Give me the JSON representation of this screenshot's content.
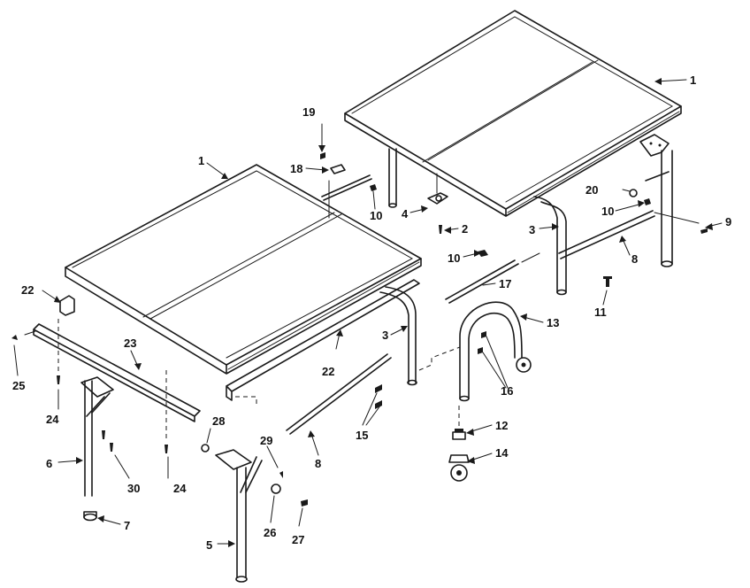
{
  "diagram": {
    "callouts": {
      "c1a": "1",
      "c1b": "1",
      "c2": "2",
      "c3a": "3",
      "c3b": "3",
      "c4": "4",
      "c5": "5",
      "c6": "6",
      "c7": "7",
      "c8a": "8",
      "c8b": "8",
      "c9": "9",
      "c10a": "10",
      "c10b": "10",
      "c10c": "10",
      "c11": "11",
      "c12": "12",
      "c13": "13",
      "c14": "14",
      "c15": "15",
      "c16": "16",
      "c17": "17",
      "c18": "18",
      "c19": "19",
      "c20": "20",
      "c22a": "22",
      "c22b": "22",
      "c23": "23",
      "c24a": "24",
      "c24b": "24",
      "c25": "25",
      "c26": "26",
      "c27": "27",
      "c28": "28",
      "c29": "29",
      "c30": "30"
    }
  }
}
